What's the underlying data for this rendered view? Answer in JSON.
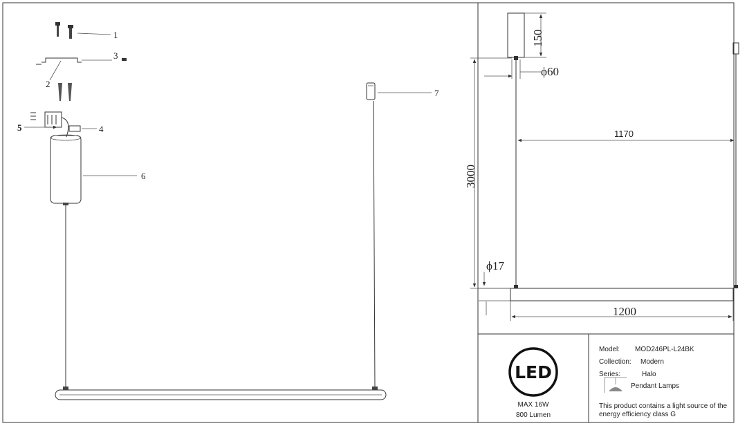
{
  "callouts": [
    "1",
    "2",
    "3",
    "4",
    "5",
    "6",
    "7"
  ],
  "dimensions": {
    "canopy_height": "150",
    "canopy_diameter": "ϕ60",
    "cable_span": "1170",
    "drop_height": "3000",
    "bar_diameter": "ϕ17",
    "bar_length": "1200"
  },
  "info": {
    "led_logo": "LED",
    "max_power": "MAX 16W",
    "lumen": "800 Lumen",
    "model_label": "Model:",
    "model_value": "MOD246PL-L24BK",
    "collection_label": "Collection:",
    "collection_value": "Modern",
    "series_label": "Series:",
    "series_value": "Halo",
    "type_value": "Pendant Lamps",
    "energy_note_1": "This product contains a light source of the",
    "energy_note_2": "energy efficiency class G"
  },
  "colors": {
    "line": "#333333",
    "background": "#ffffff"
  },
  "icons": [
    "led-logo-icon",
    "pendant-lamp-icon"
  ]
}
